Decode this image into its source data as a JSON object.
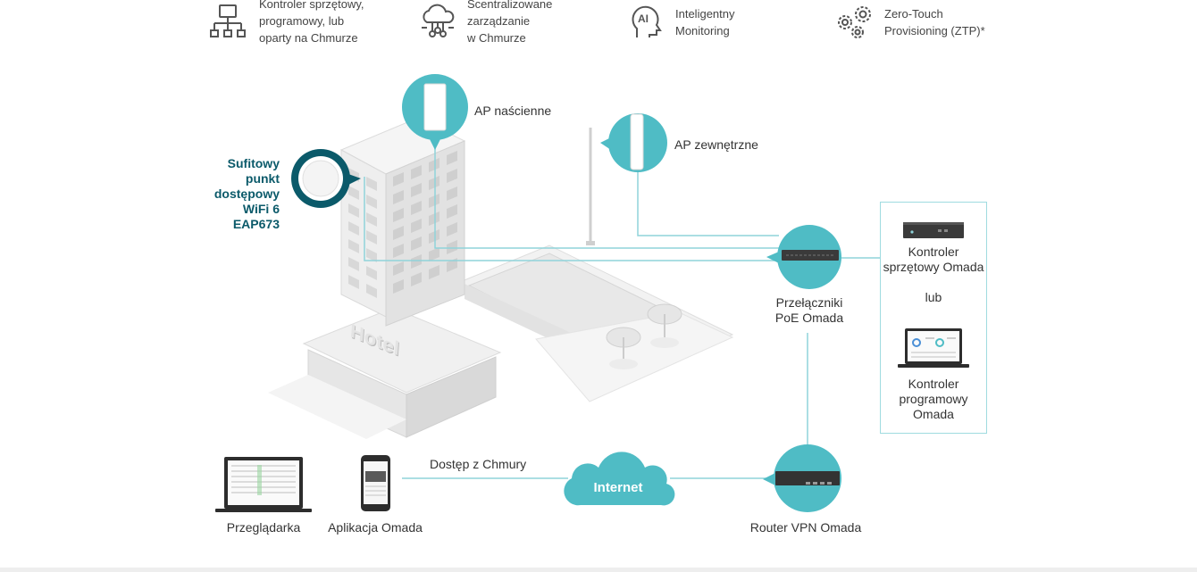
{
  "features": [
    {
      "icon": "network-tree-icon",
      "lines": [
        "Kontroler sprzętowy,",
        "programowy, lub",
        "oparty na Chmurze"
      ]
    },
    {
      "icon": "cloud-network-icon",
      "lines": [
        "Scentralizowane",
        "zarządzanie",
        "w Chmurze"
      ]
    },
    {
      "icon": "ai-head-icon",
      "lines": [
        "Inteligentny",
        "Monitoring"
      ]
    },
    {
      "icon": "gears-icon",
      "lines": [
        "Zero-Touch",
        "Provisioning (ZTP)*"
      ]
    }
  ],
  "diagram": {
    "ceiling_ap": [
      "Sufitowy",
      "punkt",
      "dostępowy",
      "WiFi 6",
      "EAP673"
    ],
    "wall_ap": "AP naścienne",
    "outdoor_ap": "AP zewnętrzne",
    "hotel_sign": "Hotel",
    "switch": [
      "Przełączniki",
      "PoE Omada"
    ],
    "hw_controller": [
      "Kontroler",
      "sprzętowy Omada"
    ],
    "or": "lub",
    "sw_controller": [
      "Kontroler",
      "programowy",
      "Omada"
    ],
    "browser": "Przeglądarka",
    "app": "Aplikacja Omada",
    "cloud_access": "Dostęp z Chmury",
    "internet": "Internet",
    "router": "Router VPN Omada"
  },
  "colors": {
    "teal": "#4fbcc5",
    "dark_teal": "#0b5a6a",
    "line": "#8fd3da"
  }
}
